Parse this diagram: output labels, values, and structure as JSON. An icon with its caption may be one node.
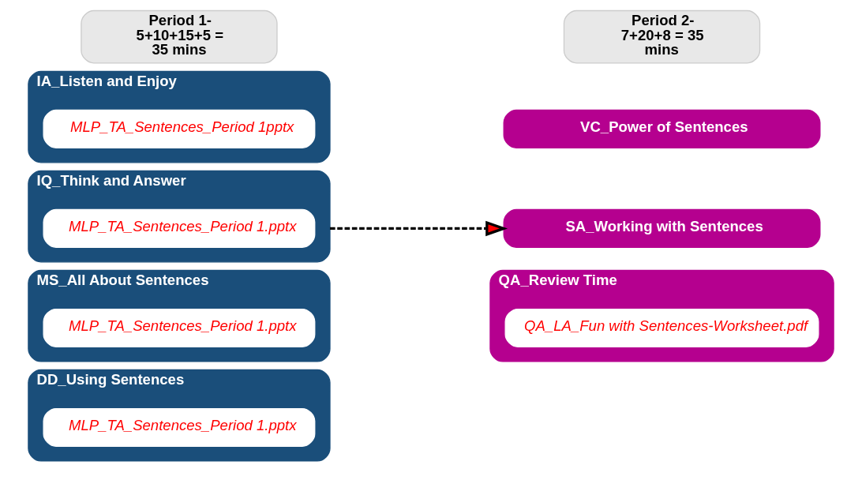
{
  "diagram": {
    "nodes": [
      {
        "text": [
          "Period 1- 5+10+15+5 = 35 mins"
        ]
      },
      {
        "text": [
          "Period 2- 7+20+8 = 35 mins"
        ]
      },
      {
        "text": [
          "IA_Listen and Enjoy"
        ]
      },
      {
        "text": [
          "MLP_TA_Sentences_Period 1pptx"
        ],
        "in": 2
      },
      {
        "text": [
          "IQ_Think and Answer"
        ]
      },
      {
        "text": [
          "MLP_TA_Sentences_Period 1.pptx"
        ],
        "in": 4
      },
      {
        "text": [
          "MS_All About Sentences"
        ]
      },
      {
        "text": [
          "MLP_TA_Sentences_Period 1.pptx"
        ],
        "in": 6
      },
      {
        "text": [
          "DD_Using Sentences"
        ]
      },
      {
        "text": [
          "MLP_TA_Sentences_Period 1.pptx"
        ],
        "in": 8
      },
      {
        "text": [
          "VC_Power of Sentences"
        ]
      },
      {
        "text": [
          "SA_Working with Sentences"
        ]
      },
      {
        "text": [
          "QA_Review Time"
        ]
      },
      {
        "text": [
          "QA_LA_Fun with Sentences-Worksheet.pdf"
        ],
        "in": 12
      }
    ],
    "edges": [
      {
        "from": 4,
        "to": 11,
        "arrow": "to",
        "style": "dashed"
      }
    ]
  }
}
